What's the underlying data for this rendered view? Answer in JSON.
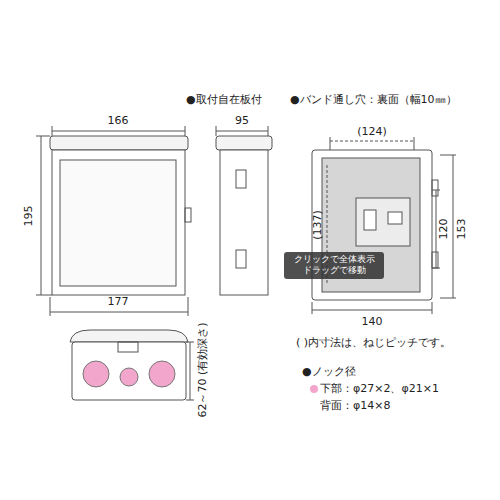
{
  "diagram": {
    "nodes": [
      {
        "text": [
          "クリックで全体表示 ドラッグで移動"
        ]
      }
    ],
    "labels": [
      "●取付自在板付",
      "●バンド通し穴：裏面（幅10㎜）",
      "166",
      "195",
      "177",
      "95",
      "(124)",
      "(137)",
      "120",
      "153",
      "140",
      "62～70 (有効深さ)",
      "( )内寸法は、ねじピッチです。",
      "●ノック径",
      "下部：φ27×2、φ21×1",
      "背面：φ14×8"
    ]
  }
}
